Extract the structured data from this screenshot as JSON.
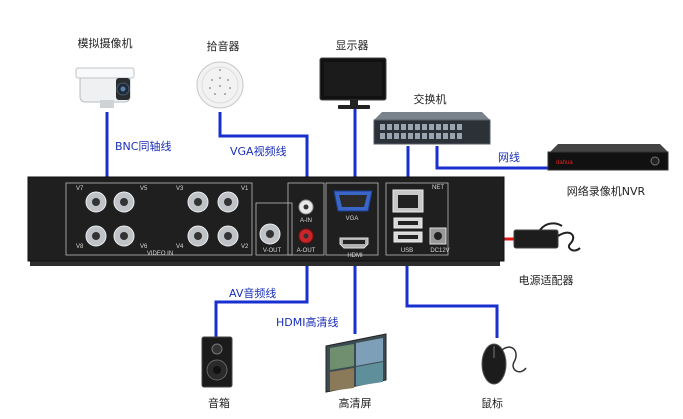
{
  "devices": {
    "camera": "模拟摄像机",
    "pickup": "拾音器",
    "monitor": "显示器",
    "switch": "交换机",
    "nvr": "网络录像机NVR",
    "power": "电源适配器",
    "speaker": "音箱",
    "screen": "高清屏",
    "mouse": "鼠标"
  },
  "wires": {
    "bnc": "BNC同轴线",
    "vga": "VGA视频线",
    "net": "网线",
    "av": "AV音频线",
    "hdmi": "HDMI高清线"
  },
  "panel": {
    "ch": [
      "V7",
      "V5",
      "V3",
      "V1",
      "V8",
      "V6",
      "V4",
      "V2"
    ],
    "video_in": "VIDEO IN",
    "vout": "V-OUT",
    "ain": "A-IN",
    "aout": "A-OUT",
    "vga": "VGA",
    "hdmi": "HDMI",
    "net": "NET",
    "usb": "USB",
    "dc": "DC12V"
  },
  "nvr_brand": "dahua",
  "colors": {
    "wire": "#1a2fd0",
    "power_wire": "#e01818",
    "wire_label": "#1a2fb8",
    "panel": "#222222"
  }
}
